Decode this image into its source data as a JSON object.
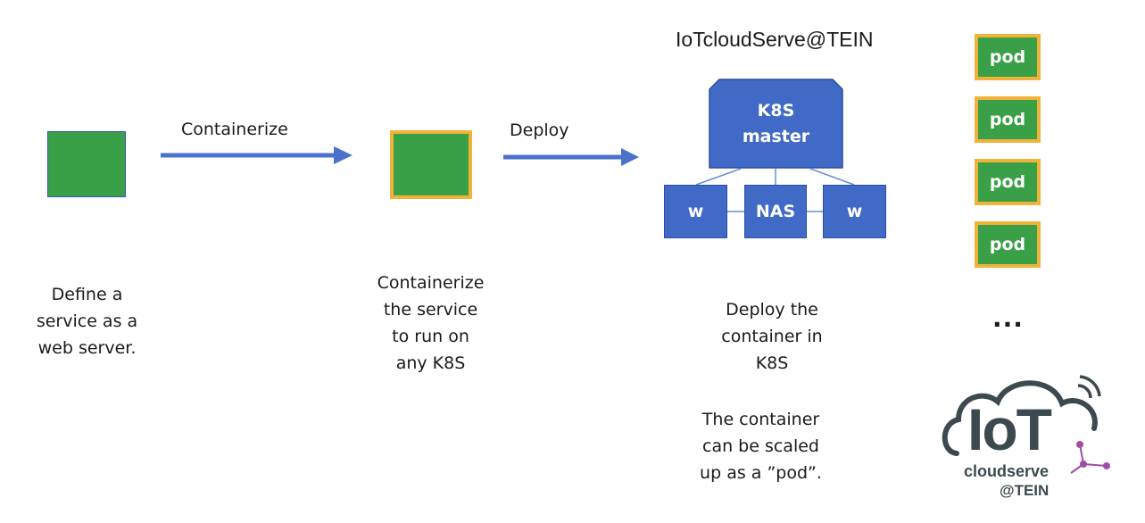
{
  "header": {
    "title": "IoTcloudServe@TEIN"
  },
  "steps": {
    "define": {
      "lines": [
        "Define a",
        "service as a",
        "web server."
      ]
    },
    "containerize": {
      "arrow_label": "Containerize",
      "lines": [
        "Containerize",
        "the service",
        "to run on",
        "any K8S"
      ]
    },
    "deploy": {
      "arrow_label": "Deploy",
      "lines": [
        "Deploy the",
        "container in",
        "K8S"
      ]
    },
    "scale": {
      "lines": [
        "The container",
        "can be scaled",
        "up as a ”pod”."
      ]
    }
  },
  "cluster": {
    "master_lines": [
      "K8S",
      "master"
    ],
    "worker_left": "w",
    "nas": "NAS",
    "worker_right": "w"
  },
  "pods": [
    "pod",
    "pod",
    "pod",
    "pod"
  ],
  "more": "...",
  "logo": {
    "main": "IoT",
    "sub1": "cloudserve",
    "sub2": "@TEIN"
  },
  "colors": {
    "green": "#3aa047",
    "orange_border": "#f1b23a",
    "blue": "#4169c6",
    "logo": "#3c4a4f"
  }
}
